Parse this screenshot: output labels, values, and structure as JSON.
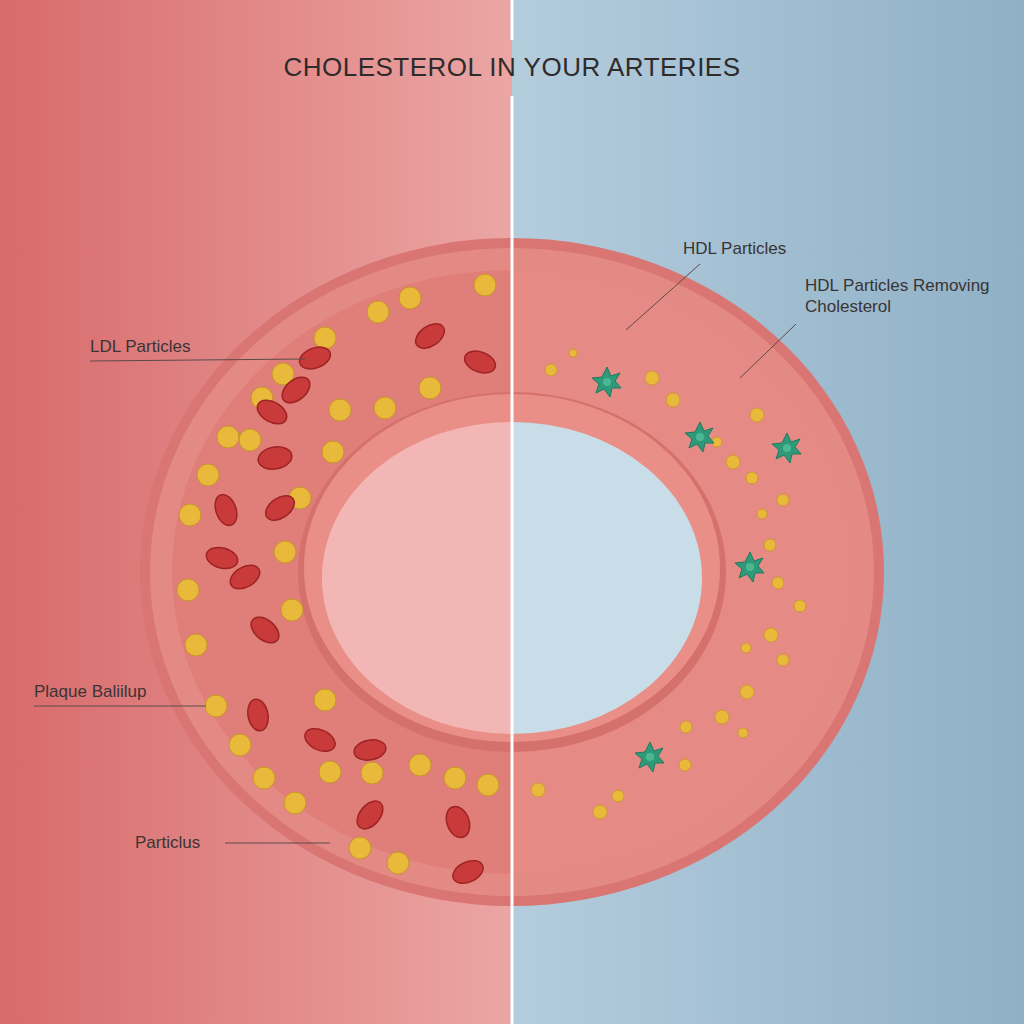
{
  "diagram": {
    "title": "CHOLESTEROL IN YOUR ARTERIES",
    "labels": [
      "LDL Particles",
      "Plaque Baliilup",
      "Particlus",
      "HDL Particles",
      "HDL Particles Removing Cholesterol"
    ]
  }
}
